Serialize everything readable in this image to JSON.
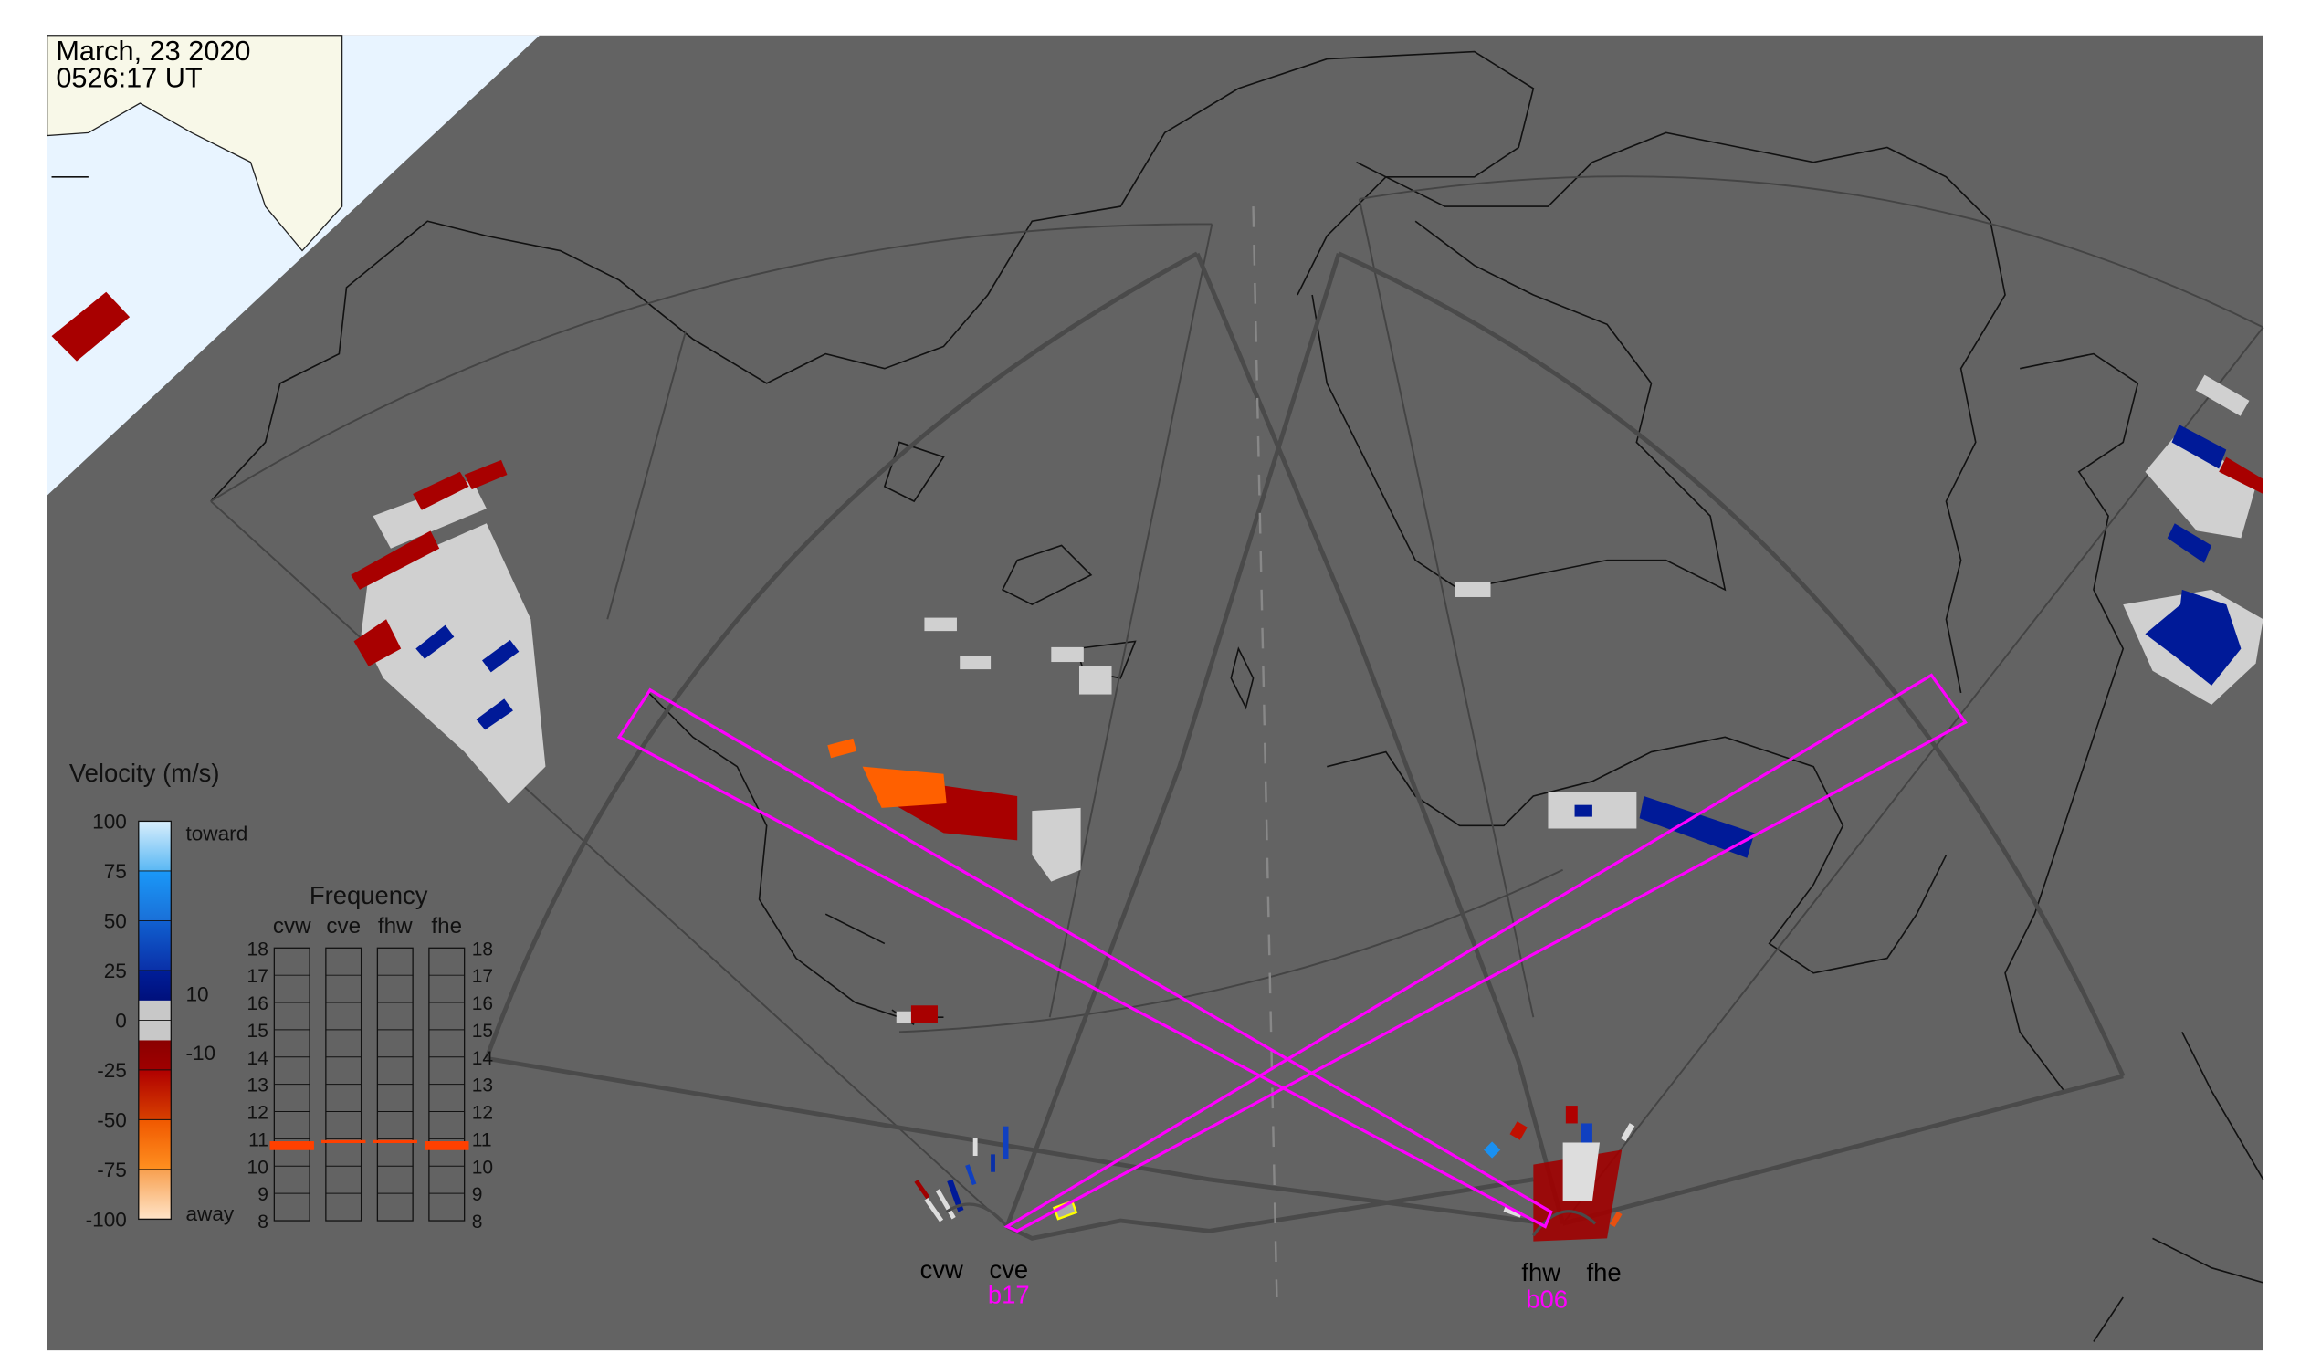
{
  "header": {
    "date": "March, 23 2020",
    "time": "0526:17 UT"
  },
  "colorbar": {
    "title": "Velocity (m/s)",
    "ticks": [
      "100",
      "75",
      "50",
      "25",
      "0",
      "-25",
      "-50",
      "-75",
      "-100"
    ],
    "tick_values": [
      100,
      75,
      50,
      25,
      0,
      -25,
      -50,
      -75,
      -100
    ],
    "inner_ticks": [
      "10",
      "-10"
    ],
    "toward_label": "toward",
    "away_label": "away",
    "colors": {
      "toward_light": "#a8d8f8",
      "toward_mid": "#1a90f0",
      "toward_dark": "#0a3fb0",
      "toward_deep": "#001a90",
      "ground": "#c8c8c8",
      "away_dark": "#a00000",
      "away_mid": "#c83010",
      "away_orange": "#ff7a10",
      "away_light": "#ffd8b0"
    }
  },
  "frequency": {
    "title": "Frequency",
    "radars": [
      "cvw",
      "cve",
      "fhw",
      "fhe"
    ],
    "ticks": [
      "18",
      "17",
      "16",
      "15",
      "14",
      "13",
      "12",
      "11",
      "10",
      "9",
      "8"
    ],
    "range_mhz": [
      8,
      18
    ],
    "values_mhz": [
      10.75,
      10.9,
      10.9,
      10.75
    ],
    "bar_color": "#ff4000"
  },
  "stations": {
    "labels": [
      "cvw",
      "cve",
      "fhw",
      "fhe"
    ],
    "beam_left": "b17",
    "beam_right": "b06",
    "beam_color": "#ff00ff"
  },
  "map": {
    "ocean_color": "#e8f4ff",
    "land_color": "#f8f8e8",
    "night_color": "#636363"
  }
}
